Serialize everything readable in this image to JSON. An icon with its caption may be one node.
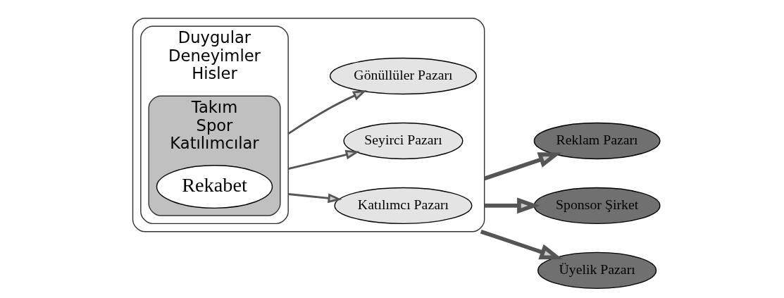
{
  "diagram": {
    "nodes": [
      {
        "text": [],
        "shape": "ellipse"
      },
      {
        "text": [
          "Duygular",
          "Deneyimler",
          "Hisler"
        ],
        "in": 0
      },
      {
        "text": [
          "Takım",
          "Spor",
          "Katılımcılar"
        ],
        "in": 1
      },
      {
        "text": [
          "Rekabet"
        ],
        "in": 2
      },
      {
        "text": [
          "Katılımcı Pazarı"
        ],
        "in": 0
      },
      {
        "text": [
          "Seyirci Pazarı"
        ],
        "in": 0
      },
      {
        "text": [
          "Gönüllüler Pazarı"
        ],
        "in": 0
      },
      {
        "text": [
          "Reklam Pazarı"
        ]
      },
      {
        "text": [
          "Sponsor Şirket"
        ]
      },
      {
        "text": [
          "Üyelik Pazarı"
        ]
      }
    ],
    "edges": [
      {
        "from": 1,
        "to": 4,
        "arrow": "to"
      },
      {
        "from": 1,
        "to": 5,
        "arrow": "to"
      },
      {
        "from": 1,
        "to": 6,
        "arrow": "to"
      },
      {
        "from": 0,
        "to": 7,
        "arrow": "to",
        "style": "thick"
      },
      {
        "from": 0,
        "to": 8,
        "arrow": "to",
        "style": "thick"
      },
      {
        "from": 0,
        "to": 9,
        "arrow": "to",
        "style": "thick"
      }
    ]
  }
}
